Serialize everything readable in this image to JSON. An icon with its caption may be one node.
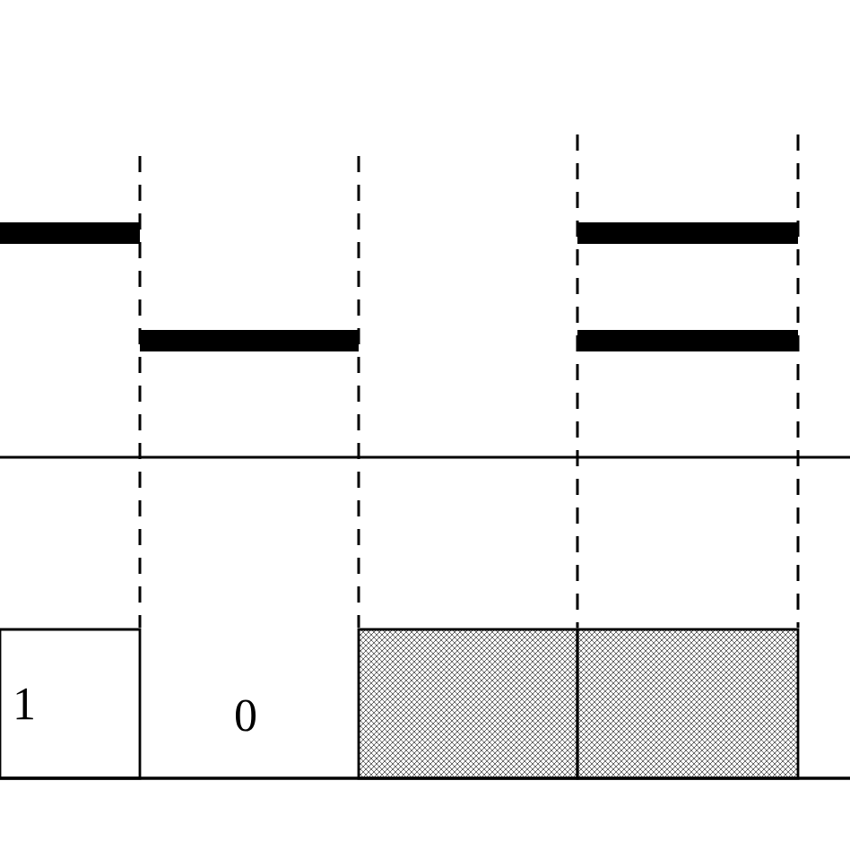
{
  "diagram": {
    "nodes": [
      {
        "text": [
          "1"
        ]
      },
      {
        "text": [],
        "shape": "box"
      },
      {
        "text": [],
        "shape": "box"
      }
    ],
    "labels": [
      "0"
    ]
  }
}
